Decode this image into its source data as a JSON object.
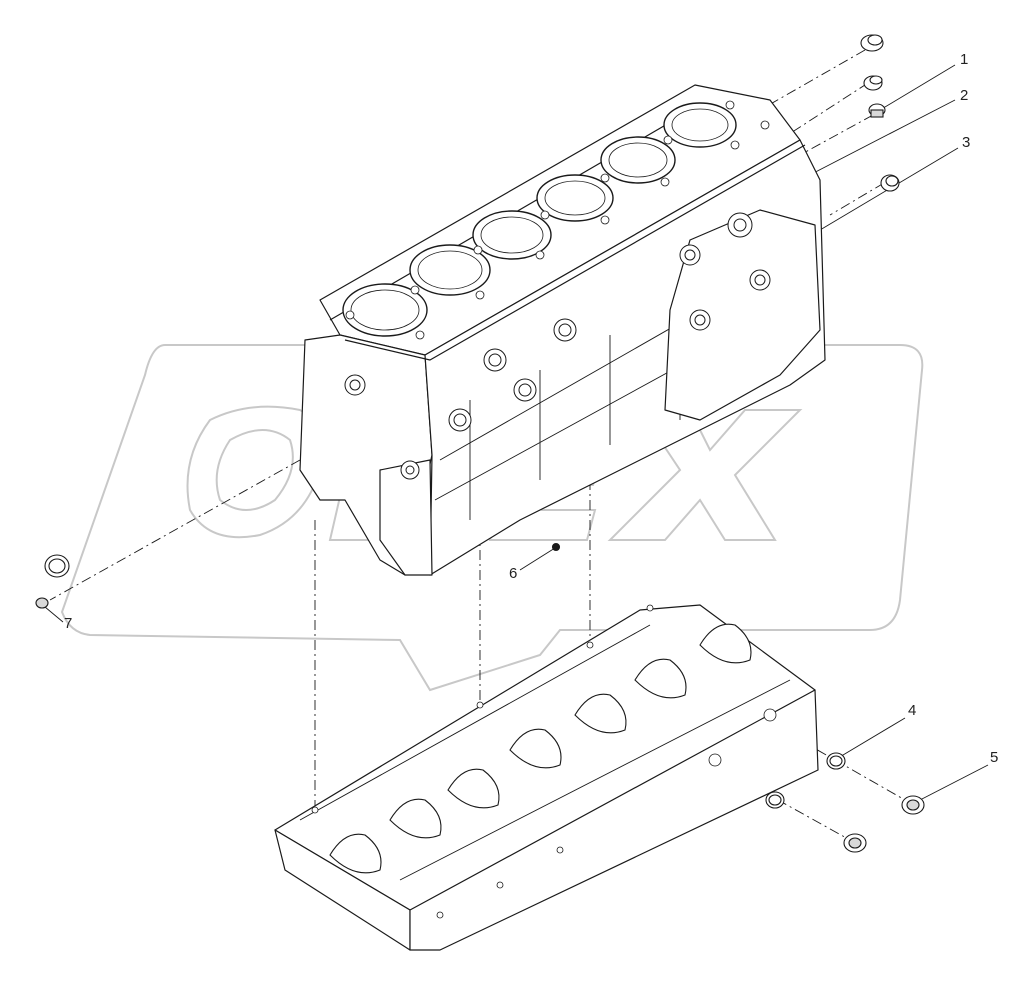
{
  "diagram": {
    "watermark_text": "OREX",
    "callouts": [
      {
        "id": "c1",
        "label": "1"
      },
      {
        "id": "c2",
        "label": "2"
      },
      {
        "id": "c3",
        "label": "3"
      },
      {
        "id": "c4",
        "label": "4"
      },
      {
        "id": "c5",
        "label": "5"
      },
      {
        "id": "c6",
        "label": "6"
      },
      {
        "id": "c7",
        "label": "7"
      }
    ],
    "colors": {
      "line": "#1a1a1a",
      "watermark": "#c8c8c8",
      "fill": "#ffffff",
      "shade": "#d9d9d9"
    }
  }
}
